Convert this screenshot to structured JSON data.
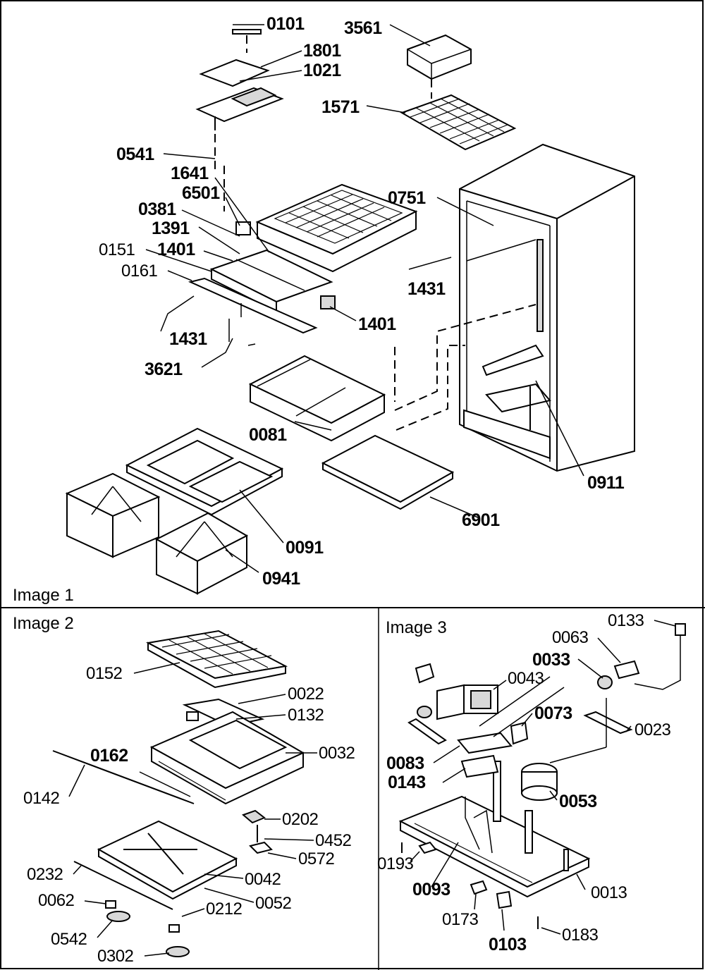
{
  "panels": [
    {
      "id": "image1",
      "title": "Image 1",
      "labels": [
        "0101",
        "3561",
        "1801",
        "1021",
        "1571",
        "0541",
        "1641",
        "6501",
        "0751",
        "0381",
        "1391",
        "0151",
        "1401",
        "0161",
        "1431",
        "1401",
        "1431",
        "3621",
        "0081",
        "0911",
        "6901",
        "0091",
        "0941"
      ]
    },
    {
      "id": "image2",
      "title": "Image 2",
      "labels": [
        "0152",
        "0022",
        "0132",
        "0162",
        "0032",
        "0142",
        "0202",
        "0452",
        "0572",
        "0232",
        "0042",
        "0062",
        "0052",
        "0212",
        "0542",
        "0302"
      ]
    },
    {
      "id": "image3",
      "title": "Image 3",
      "labels": [
        "0133",
        "0063",
        "0033",
        "0043",
        "0073",
        "0023",
        "0083",
        "0143",
        "0053",
        "0193",
        "0093",
        "0013",
        "0173",
        "0103",
        "0183"
      ]
    }
  ]
}
